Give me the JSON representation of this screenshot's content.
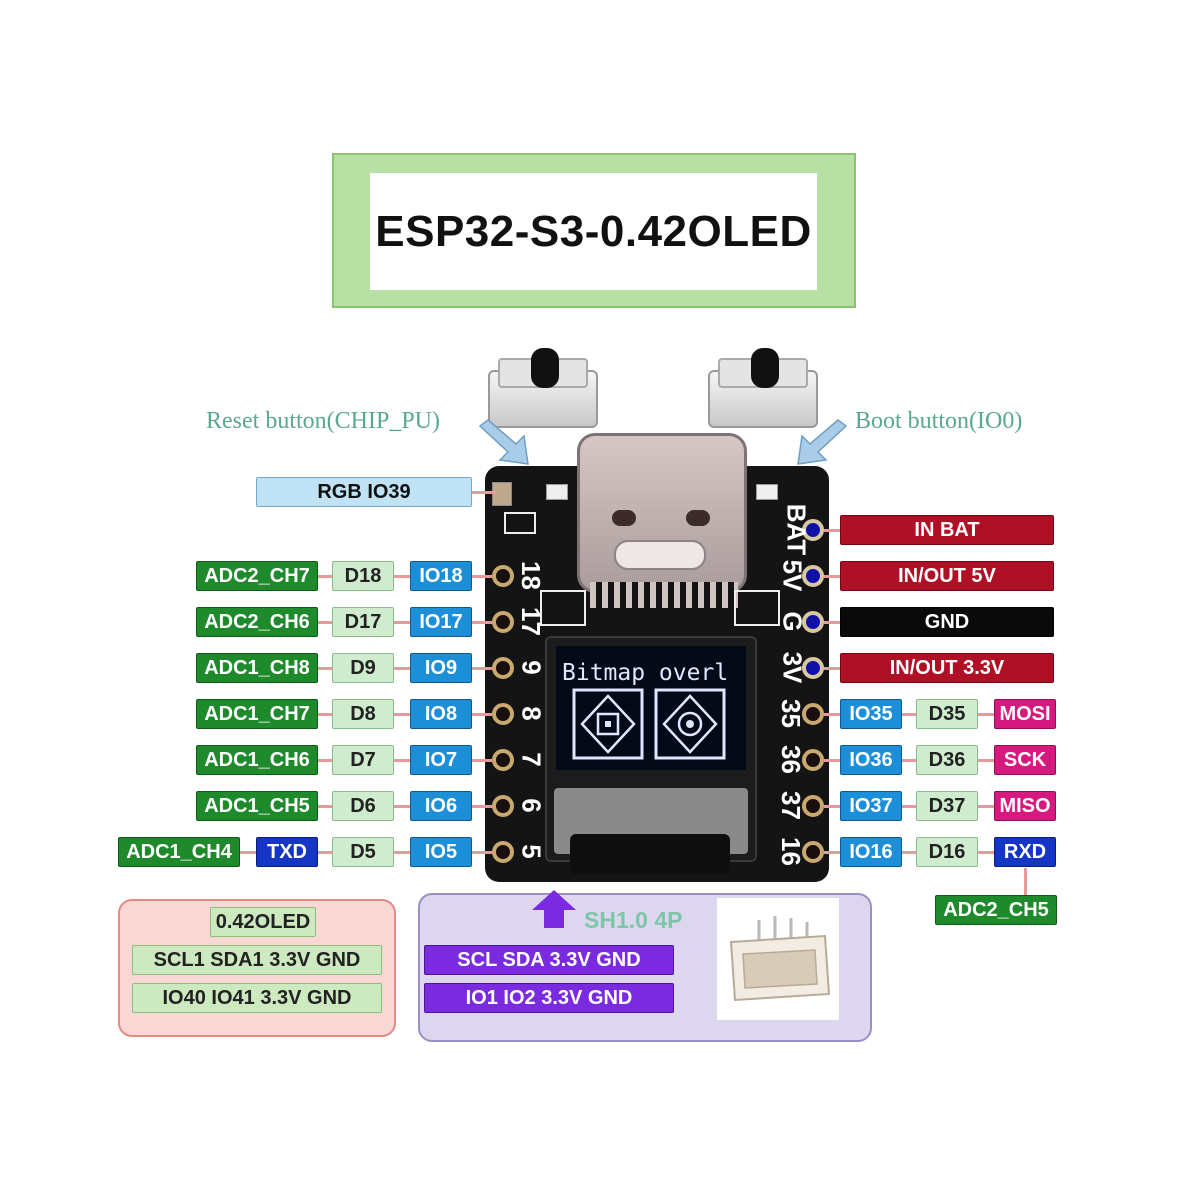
{
  "title": "ESP32-S3-0.42OLED",
  "annotations": {
    "reset": "Reset button(CHIP_PU)",
    "boot": "Boot button(IO0)"
  },
  "rgb_label": "RGB IO39",
  "oled_screen_text": "Bitmap overl",
  "left_pins": [
    {
      "num": "18",
      "adc": "ADC2_CH7",
      "d": "D18",
      "io": "IO18"
    },
    {
      "num": "17",
      "adc": "ADC2_CH6",
      "d": "D17",
      "io": "IO17"
    },
    {
      "num": "9",
      "adc": "ADC1_CH8",
      "d": "D9",
      "io": "IO9"
    },
    {
      "num": "8",
      "adc": "ADC1_CH7",
      "d": "D8",
      "io": "IO8"
    },
    {
      "num": "7",
      "adc": "ADC1_CH6",
      "d": "D7",
      "io": "IO7"
    },
    {
      "num": "6",
      "adc": "ADC1_CH5",
      "d": "D6",
      "io": "IO6"
    },
    {
      "num": "5",
      "adc": "ADC1_CH4",
      "extra": "TXD",
      "d": "D5",
      "io": "IO5"
    }
  ],
  "right_power": [
    {
      "num": "BAT",
      "label": "IN  BAT"
    },
    {
      "num": "5V",
      "label": "IN/OUT 5V"
    },
    {
      "num": "G",
      "label": "GND"
    },
    {
      "num": "3V",
      "label": "IN/OUT 3.3V"
    }
  ],
  "right_pins": [
    {
      "num": "35",
      "io": "IO35",
      "d": "D35",
      "func": "MOSI"
    },
    {
      "num": "36",
      "io": "IO36",
      "d": "D36",
      "func": "SCK"
    },
    {
      "num": "37",
      "io": "IO37",
      "d": "D37",
      "func": "MISO"
    },
    {
      "num": "16",
      "io": "IO16",
      "d": "D16",
      "func": "RXD"
    }
  ],
  "rxd_adc": "ADC2_CH5",
  "panel_left": {
    "header": "0.42OLED",
    "row1": "SCL1 SDA1 3.3V GND",
    "row2": "IO40 IO41 3.3V GND"
  },
  "panel_mid": {
    "connector": "SH1.0 4P",
    "row1": "SCL SDA 3.3V GND",
    "row2": "IO1 IO2 3.3V GND"
  },
  "colors": {
    "green": "#1e8a2c",
    "blue": "#1d8fd8",
    "red": "#b01026",
    "magenta": "#d6197f",
    "purple": "#7a2be0",
    "annotation": "#5aa98a"
  }
}
